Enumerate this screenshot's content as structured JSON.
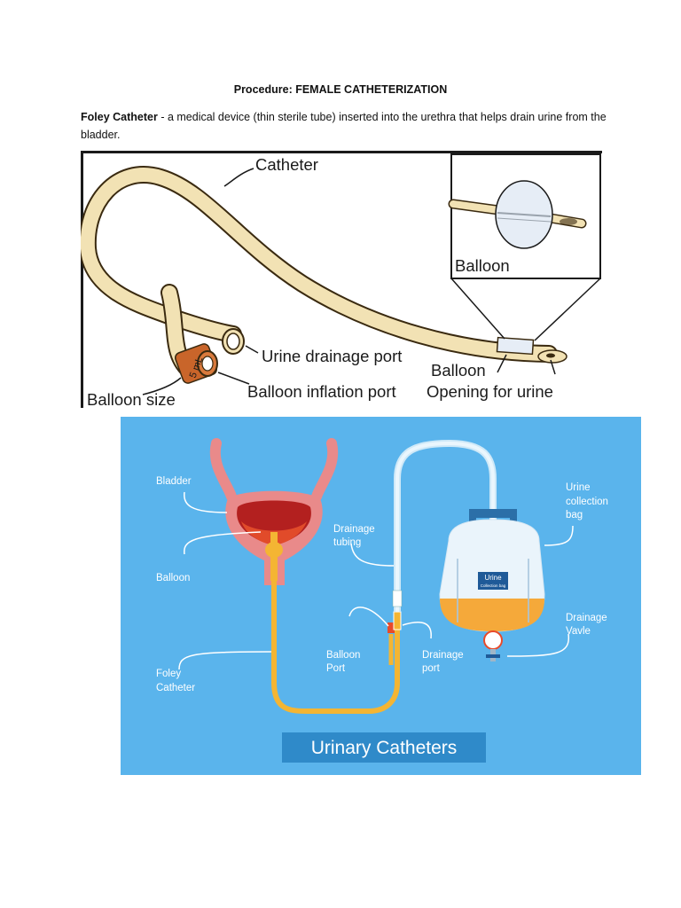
{
  "document": {
    "title": "Procedure: FEMALE CATHETERIZATION",
    "definition_term": "Foley Catheter",
    "definition_text": " -  a medical device (thin sterile tube) inserted into the urethra that helps drain urine from the bladder."
  },
  "figure_catheter": {
    "labels": {
      "catheter": "Catheter",
      "balloon_inset": "Balloon",
      "urine_drainage_port": "Urine drainage port",
      "balloon": "Balloon",
      "balloon_inflation_port": "Balloon inflation port",
      "opening_for_urine": "Opening for urine",
      "balloon_size": "Balloon size",
      "balloon_size_marking": "5 mL"
    },
    "colors": {
      "tube": "#f2e2b4",
      "tube_outline": "#3a2a10",
      "port": "#c9652a"
    }
  },
  "figure_urinary": {
    "labels": {
      "bladder": "Bladder",
      "balloon": "Balloon",
      "foley_catheter_1": "Foley",
      "foley_catheter_2": "Catheter",
      "drainage_tubing_1": "Drainage",
      "drainage_tubing_2": "tubing",
      "balloon_port_1": "Balloon",
      "balloon_port_2": "Port",
      "drainage_port_1": "Drainage",
      "drainage_port_2": "port",
      "urine_bag_1": "Urine",
      "urine_bag_2": "collection",
      "urine_bag_3": "bag",
      "drainage_valve_1": "Drainage",
      "drainage_valve_2": "Vavle",
      "bag_label_1": "Urine",
      "bag_label_2": "Collection bag",
      "banner": "Urinary Catheters"
    },
    "colors": {
      "background": "#5ab4ec",
      "tube": "#f4b533",
      "bladder": "#e98a8a",
      "urine": "#f5a93a",
      "banner": "#2f8ac9"
    }
  }
}
